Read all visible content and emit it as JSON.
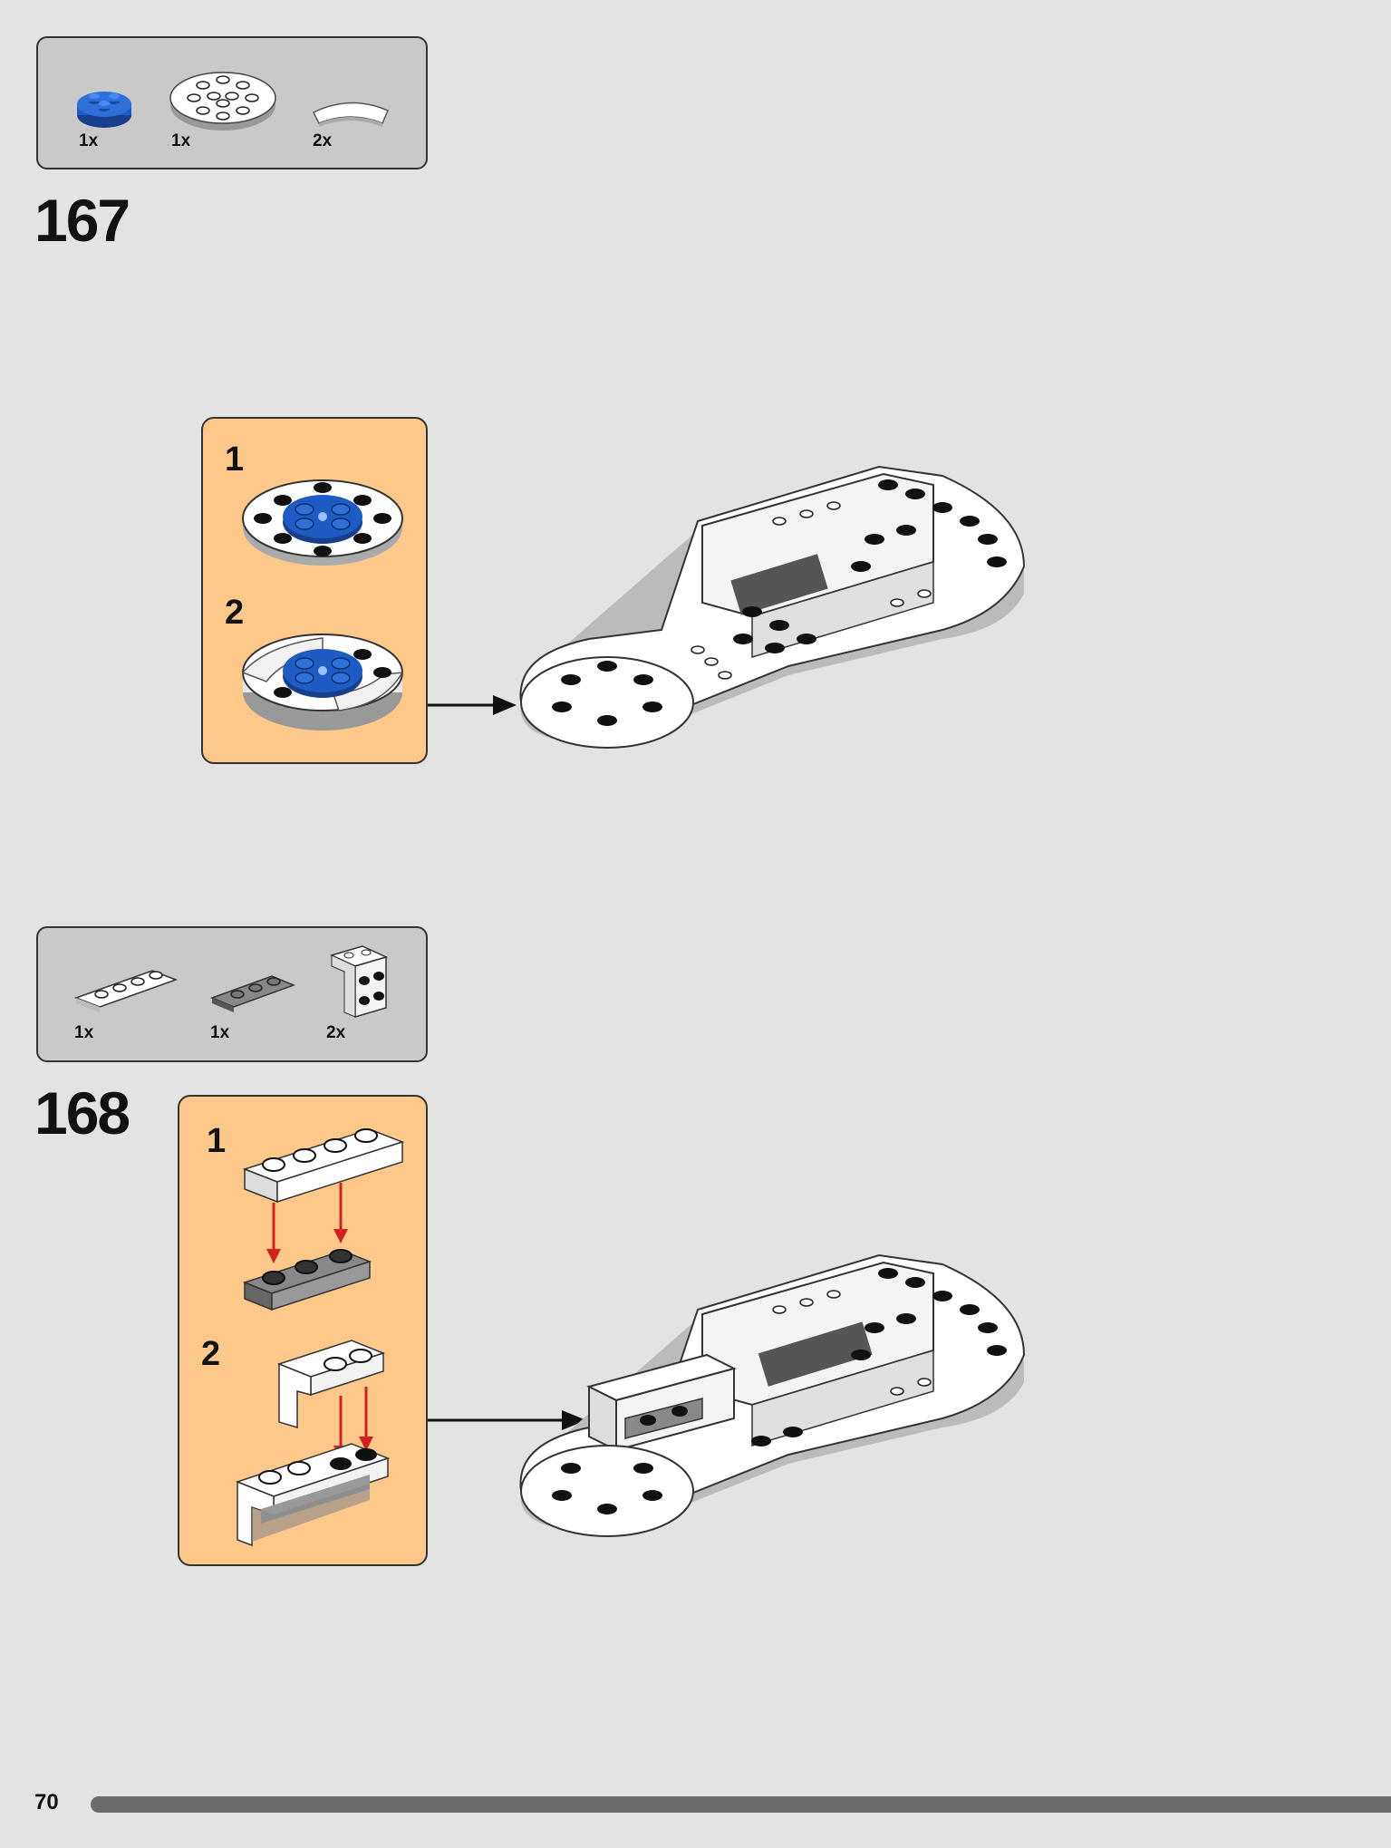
{
  "steps": [
    {
      "number": "167",
      "parts": [
        {
          "qty": "1x",
          "icon": "blue-round-plate-2x2-icon"
        },
        {
          "qty": "1x",
          "icon": "white-round-plate-4x4-icon"
        },
        {
          "qty": "2x",
          "icon": "white-curved-tile-icon"
        }
      ],
      "substeps": [
        "1",
        "2"
      ]
    },
    {
      "number": "168",
      "parts": [
        {
          "qty": "1x",
          "icon": "white-plate-1x4-icon"
        },
        {
          "qty": "1x",
          "icon": "gray-plate-1x3-icon"
        },
        {
          "qty": "2x",
          "icon": "white-bracket-icon"
        }
      ],
      "substeps": [
        "1",
        "2"
      ]
    }
  ],
  "footer": {
    "page_number": "70",
    "progress": 0.95
  },
  "colors": {
    "background": "#e3e3e3",
    "parts_box": "#c9c9c9",
    "substep_box": "#fdc98a",
    "lego_blue": "#1f5bc4",
    "arrow_red": "#d21f1f",
    "progress": "#6b6b6b"
  }
}
